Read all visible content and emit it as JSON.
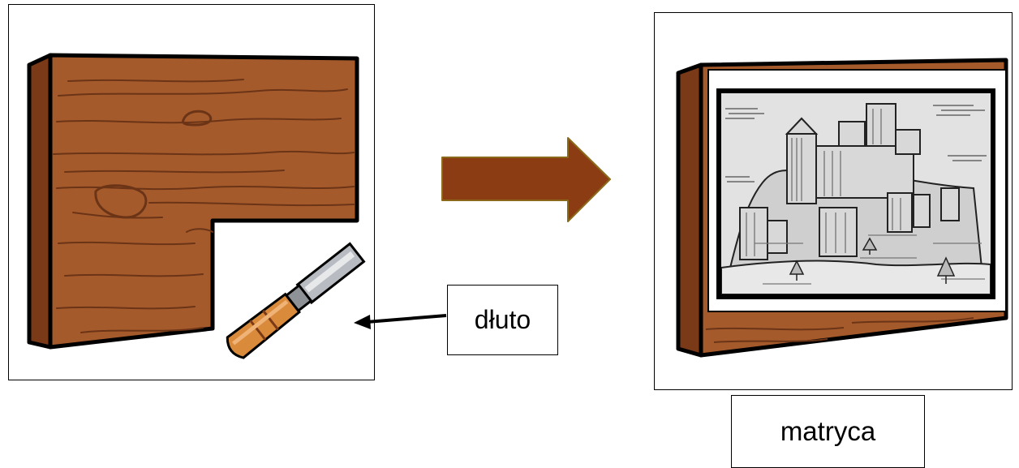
{
  "labels": {
    "chisel": "dłuto",
    "matrix": "matryca"
  },
  "colors": {
    "wood": "#a55a2c",
    "wood_dark": "#7a3a18",
    "grain": "#6b3416",
    "arrow_fill": "#8b3c12",
    "arrow_stroke": "#8a6a1a",
    "chisel_handle": "#d98a3a",
    "chisel_blade": "#b8bcc2",
    "engraving_bg": "#e2e2e2"
  },
  "icons": {
    "wood_block": "wooden-plank",
    "tool": "chisel-icon",
    "flow": "right-arrow-icon",
    "result": "engraved-castle-print"
  }
}
